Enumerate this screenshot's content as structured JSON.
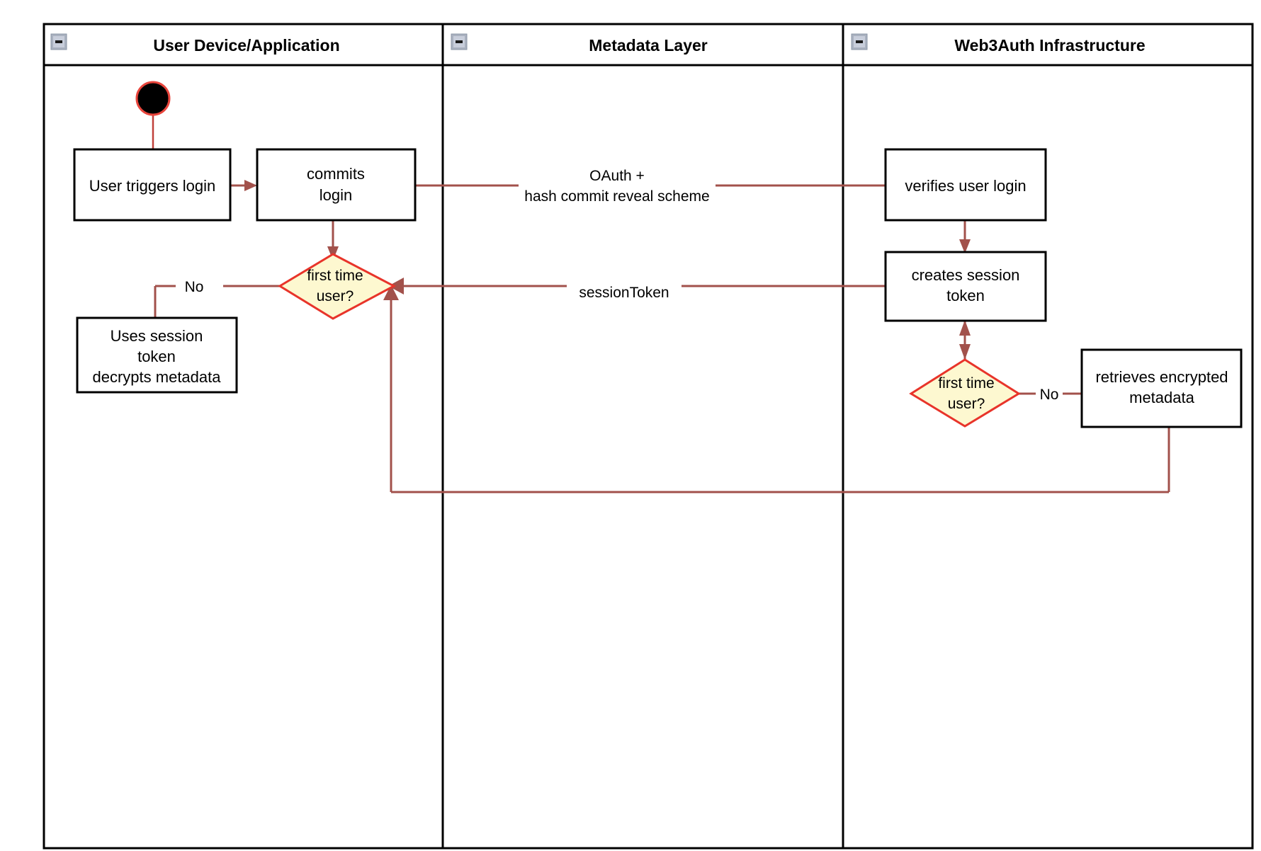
{
  "diagram": {
    "type": "uml-activity-swimlane",
    "title": "Web3Auth login flow",
    "colors": {
      "lane_border": "#000000",
      "node_border": "#000000",
      "node_fill": "#ffffff",
      "decision_fill": "#fdf8d0",
      "decision_border": "#e8342a",
      "edge": "#a2514b",
      "start_node_fill": "#000000",
      "start_node_border": "#e8453c",
      "collapse_icon_fill": "#c8cedb"
    }
  },
  "lanes": [
    {
      "id": "user-device",
      "title": "User Device/Application",
      "collapse_icon": "minus-icon"
    },
    {
      "id": "metadata-layer",
      "title": "Metadata Layer",
      "collapse_icon": "minus-icon"
    },
    {
      "id": "web3auth",
      "title": "Web3Auth Infrastructure",
      "collapse_icon": "minus-icon"
    }
  ],
  "nodes": {
    "start": {
      "kind": "start-node",
      "label": ""
    },
    "user_triggers_login": {
      "kind": "activity",
      "lane": "user-device",
      "lines": [
        "User triggers login"
      ]
    },
    "commits_login": {
      "kind": "activity",
      "lane": "user-device",
      "lines": [
        "commits",
        "login"
      ]
    },
    "first_time_user_left": {
      "kind": "decision",
      "lane": "user-device",
      "lines": [
        "first time",
        "user?"
      ]
    },
    "uses_session_token": {
      "kind": "activity",
      "lane": "user-device",
      "lines": [
        "Uses session",
        "token",
        "decrypts metadata"
      ]
    },
    "verifies_user_login": {
      "kind": "activity",
      "lane": "web3auth",
      "lines": [
        "verifies user login"
      ]
    },
    "creates_session_token": {
      "kind": "activity",
      "lane": "web3auth",
      "lines": [
        "creates session",
        "token"
      ]
    },
    "first_time_user_right": {
      "kind": "decision",
      "lane": "web3auth",
      "lines": [
        "first time",
        "user?"
      ]
    },
    "retrieves_encrypted_metadata": {
      "kind": "activity",
      "lane": "web3auth",
      "lines": [
        "retrieves encrypted",
        "metadata"
      ]
    }
  },
  "edges": [
    {
      "id": "start-to-trigger",
      "from": "start",
      "to": "user_triggers_login",
      "label": ""
    },
    {
      "id": "trigger-to-commits",
      "from": "user_triggers_login",
      "to": "commits_login",
      "label": ""
    },
    {
      "id": "commits-to-verifies",
      "from": "commits_login",
      "to": "verifies_user_login",
      "label_lines": [
        "OAuth +",
        "hash commit reveal scheme"
      ]
    },
    {
      "id": "commits-to-decision",
      "from": "commits_login",
      "to": "first_time_user_left",
      "label": ""
    },
    {
      "id": "decision-left-no",
      "from": "first_time_user_left",
      "to": "uses_session_token",
      "label": "No"
    },
    {
      "id": "verifies-to-creates",
      "from": "verifies_user_login",
      "to": "creates_session_token",
      "label": ""
    },
    {
      "id": "creates-to-decision-left",
      "from": "creates_session_token",
      "to": "first_time_user_left",
      "label_lines": [
        "sessionToken"
      ]
    },
    {
      "id": "creates-to-decision-right",
      "from": "creates_session_token",
      "to": "first_time_user_right",
      "label": "",
      "bidirectional": true
    },
    {
      "id": "decision-right-no",
      "from": "first_time_user_right",
      "to": "retrieves_encrypted_metadata",
      "label": "No"
    },
    {
      "id": "metadata-return",
      "from": "retrieves_encrypted_metadata",
      "to": "first_time_user_left",
      "label": ""
    }
  ],
  "edge_labels": {
    "oauth_line1": "OAuth +",
    "oauth_line2": "hash commit reveal scheme",
    "session_token": "sessionToken",
    "no_left": "No",
    "no_right": "No"
  },
  "node_text": {
    "user_triggers_login_l1": "User triggers login",
    "commits_login_l1": "commits",
    "commits_login_l2": "login",
    "first_time_left_l1": "first time",
    "first_time_left_l2": "user?",
    "uses_session_l1": "Uses session",
    "uses_session_l2": "token",
    "uses_session_l3": "decrypts metadata",
    "verifies_l1": "verifies user login",
    "creates_l1": "creates session",
    "creates_l2": "token",
    "first_time_right_l1": "first time",
    "first_time_right_l2": "user?",
    "retrieves_l1": "retrieves encrypted",
    "retrieves_l2": "metadata"
  }
}
